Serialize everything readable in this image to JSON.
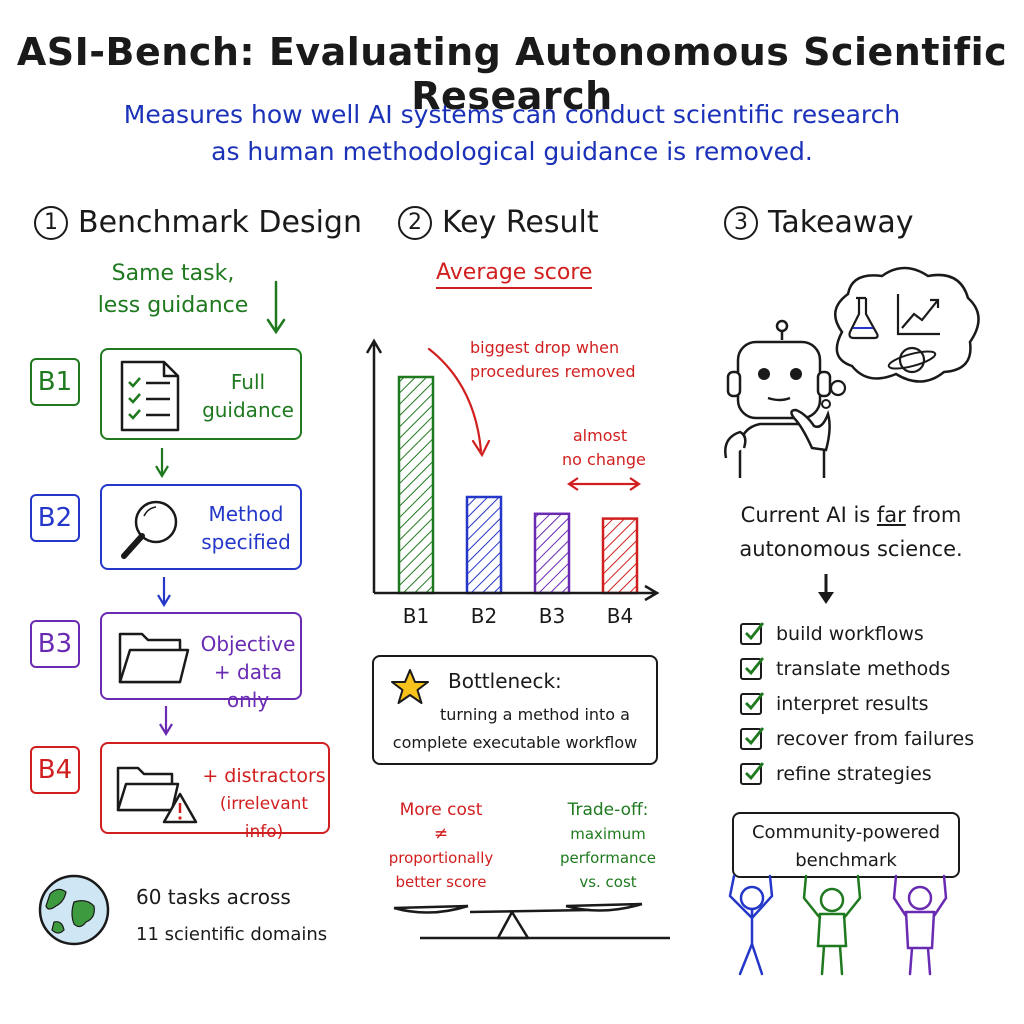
{
  "title": "ASI-Bench: Evaluating Autonomous Scientific Research",
  "subtitle": {
    "line1": "Measures how well AI systems can conduct scientific research",
    "line2": "as human methodological guidance is removed."
  },
  "section1": {
    "number": "1",
    "heading": "Benchmark Design",
    "note_line1": "Same task,",
    "note_line2": "less guidance",
    "levels": [
      {
        "tag": "B1",
        "line1": "Full",
        "line2": "guidance",
        "color": "#1f7a1f",
        "icon": "checklist-icon"
      },
      {
        "tag": "B2",
        "line1": "Method",
        "line2": "specified",
        "color": "#2437c9",
        "icon": "magnifier-icon"
      },
      {
        "tag": "B3",
        "line1": "Objective",
        "line2": "+ data only",
        "color": "#6a2bb3",
        "icon": "folder-icon"
      },
      {
        "tag": "B4",
        "line1": "+ distractors",
        "line2": "(irrelevant info)",
        "color": "#d11f1f",
        "icon": "folder-warning-icon"
      }
    ],
    "footer_line1": "60 tasks across",
    "footer_line2": "11 scientific domains"
  },
  "section2": {
    "number": "2",
    "heading": "Key Result",
    "chart_title": "Average score",
    "annotation1_line1": "biggest drop when",
    "annotation1_line2": "procedures removed",
    "annotation2_line1": "almost",
    "annotation2_line2": "no change",
    "bottleneck_title": "Bottleneck:",
    "bottleneck_line1": "turning a method into a",
    "bottleneck_line2": "complete executable workflow",
    "cost_line1": "More cost",
    "cost_symbol": "≠",
    "cost_line2": "proportionally",
    "cost_line3": "better score",
    "tradeoff_line1": "Trade-off:",
    "tradeoff_line2": "maximum",
    "tradeoff_line3": "performance",
    "tradeoff_line4": "vs. cost"
  },
  "chart_data": {
    "type": "bar",
    "title": "Average score",
    "categories": [
      "B1",
      "B2",
      "B3",
      "B4"
    ],
    "values": [
      90,
      40,
      33,
      31
    ],
    "colors": [
      "#1f7a1f",
      "#2437c9",
      "#6a2bb3",
      "#d11f1f"
    ],
    "ylim": [
      0,
      100
    ],
    "grid": false,
    "xlabel": "",
    "ylabel": ""
  },
  "section3": {
    "number": "3",
    "heading": "Takeaway",
    "statement_pre": "Current AI is ",
    "statement_em": "far",
    "statement_post": " from",
    "statement_line2": "autonomous science.",
    "skills": [
      "build workflows",
      "translate methods",
      "interpret results",
      "recover from failures",
      "refine strategies"
    ],
    "banner_line1": "Community-powered",
    "banner_line2": "benchmark"
  }
}
